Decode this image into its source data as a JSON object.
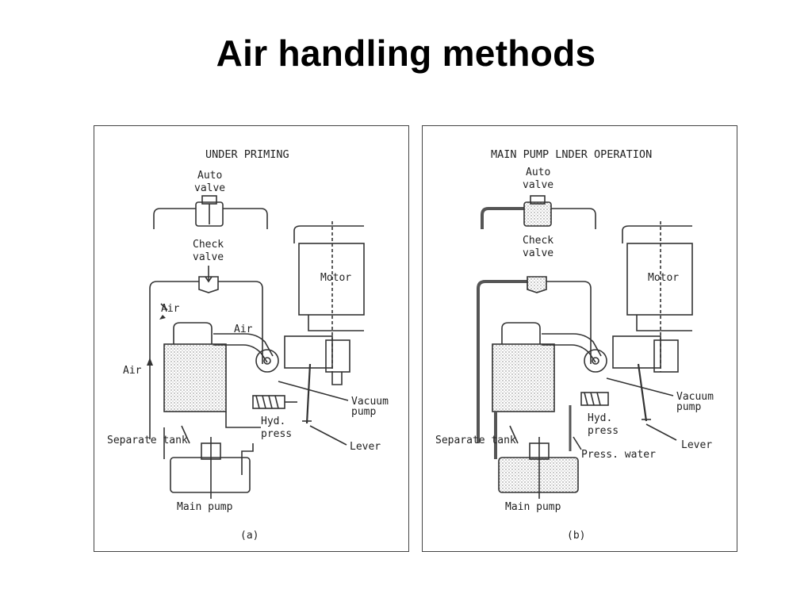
{
  "title": "Air handling methods",
  "panels": [
    {
      "heading": "UNDER PRIMING",
      "caption": "(a)",
      "labels": {
        "auto_valve_1": "Auto",
        "auto_valve_2": "valve",
        "check_valve_1": "Check",
        "check_valve_2": "valve",
        "motor": "Motor",
        "air_top": "Air",
        "air_mid": "Air",
        "air_side": "Air",
        "vacuum_pump_1": "Vacuum",
        "vacuum_pump_2": "pump",
        "hyd_press_1": "Hyd.",
        "hyd_press_2": "press",
        "separate_tank": "Separate tank",
        "lever": "Lever",
        "main_pump": "Main pump"
      }
    },
    {
      "heading": "MAIN PUMP LNDER OPERATION",
      "caption": "(b)",
      "labels": {
        "auto_valve_1": "Auto",
        "auto_valve_2": "valve",
        "check_valve_1": "Check",
        "check_valve_2": "valve",
        "motor": "Motor",
        "vacuum_pump_1": "Vacuum",
        "vacuum_pump_2": "pump",
        "hyd_press_1": "Hyd.",
        "hyd_press_2": "press",
        "separate_tank": "Separate tank",
        "press_water": "Press. water",
        "lever": "Lever",
        "main_pump": "Main pump"
      }
    }
  ]
}
